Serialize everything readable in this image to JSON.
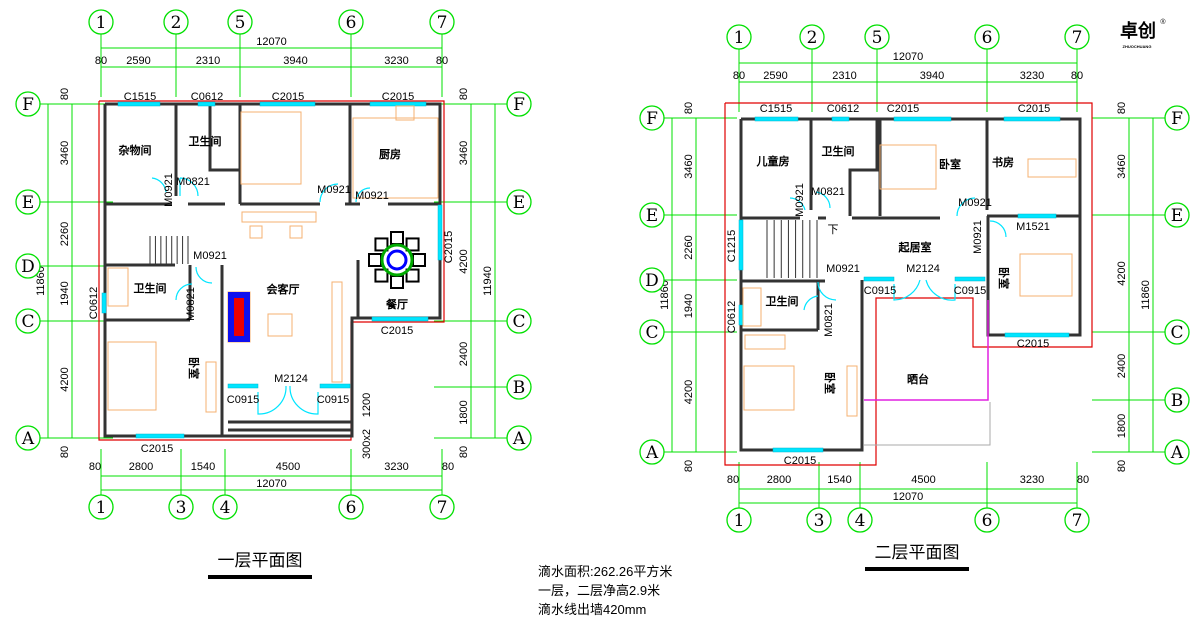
{
  "logo": {
    "text": "卓创",
    "sub": "ZHUOCHUANG",
    "mark": "®"
  },
  "plan1": {
    "title": "一层平面图",
    "axes_top": [
      "1",
      "2",
      "5",
      "6",
      "7"
    ],
    "axes_bottom": [
      "1",
      "3",
      "4",
      "6",
      "7"
    ],
    "axes_left": [
      "F",
      "E",
      "D",
      "C",
      "A"
    ],
    "axes_right": [
      "F",
      "E",
      "C",
      "B",
      "A"
    ],
    "dims_top": {
      "total": "12070",
      "parts": [
        "80",
        "2590",
        "2310",
        "3940",
        "3230",
        "80"
      ]
    },
    "dims_bottom": {
      "total": "12070",
      "parts": [
        "80",
        "2800",
        "1540",
        "4500",
        "3230",
        "80"
      ]
    },
    "dims_left": {
      "total": "11860",
      "parts": [
        "80",
        "3460",
        "2260",
        "1940",
        "4200",
        "80"
      ]
    },
    "dims_right": {
      "total": "11940",
      "parts": [
        "80",
        "3460",
        "4200",
        "2400",
        "1800",
        "80"
      ]
    },
    "rooms": [
      "杂物间",
      "卫生间",
      "厨房",
      "卫生间",
      "会客厅",
      "餐厅",
      "卧室"
    ],
    "labels": [
      "C1515",
      "C0612",
      "C2015",
      "C2015",
      "M0921",
      "M0821",
      "M0921",
      "M0921",
      "M0921",
      "M0821",
      "C0612",
      "C2015",
      "C2015",
      "C0915",
      "M2124",
      "C0915",
      "C2015",
      "1200",
      "300x2"
    ]
  },
  "plan2": {
    "title": "二层平面图",
    "axes_top": [
      "1",
      "2",
      "5",
      "6",
      "7"
    ],
    "axes_bottom": [
      "1",
      "3",
      "4",
      "6",
      "7"
    ],
    "axes_left": [
      "F",
      "E",
      "D",
      "C",
      "A"
    ],
    "axes_right": [
      "F",
      "E",
      "C",
      "B",
      "A"
    ],
    "dims_top": {
      "total": "12070",
      "parts": [
        "80",
        "2590",
        "2310",
        "3940",
        "3230",
        "80"
      ]
    },
    "dims_bottom": {
      "total": "12070",
      "parts": [
        "80",
        "2800",
        "1540",
        "4500",
        "3230",
        "80"
      ]
    },
    "dims_left": {
      "total": "11860",
      "parts": [
        "80",
        "3460",
        "2260",
        "1940",
        "4200",
        "80"
      ]
    },
    "dims_right": {
      "total": "11860",
      "parts": [
        "80",
        "3460",
        "4200",
        "2400",
        "1800",
        "80"
      ]
    },
    "rooms": [
      "儿童房",
      "卫生间",
      "卧室",
      "书房",
      "起居室",
      "卫生间",
      "卧室",
      "卧室",
      "晒台"
    ],
    "labels": [
      "C1515",
      "C0612",
      "C2015",
      "C2015",
      "M0921",
      "M0821",
      "M0921",
      "M1521",
      "M0921",
      "下",
      "C1215",
      "M0921",
      "M2124",
      "C0915",
      "C0915",
      "C0612",
      "M0821",
      "C2015",
      "C2015"
    ]
  },
  "notes": [
    "滴水面积:262.26平方米",
    "一层，二层净高2.9米",
    "滴水线出墙420mm"
  ]
}
